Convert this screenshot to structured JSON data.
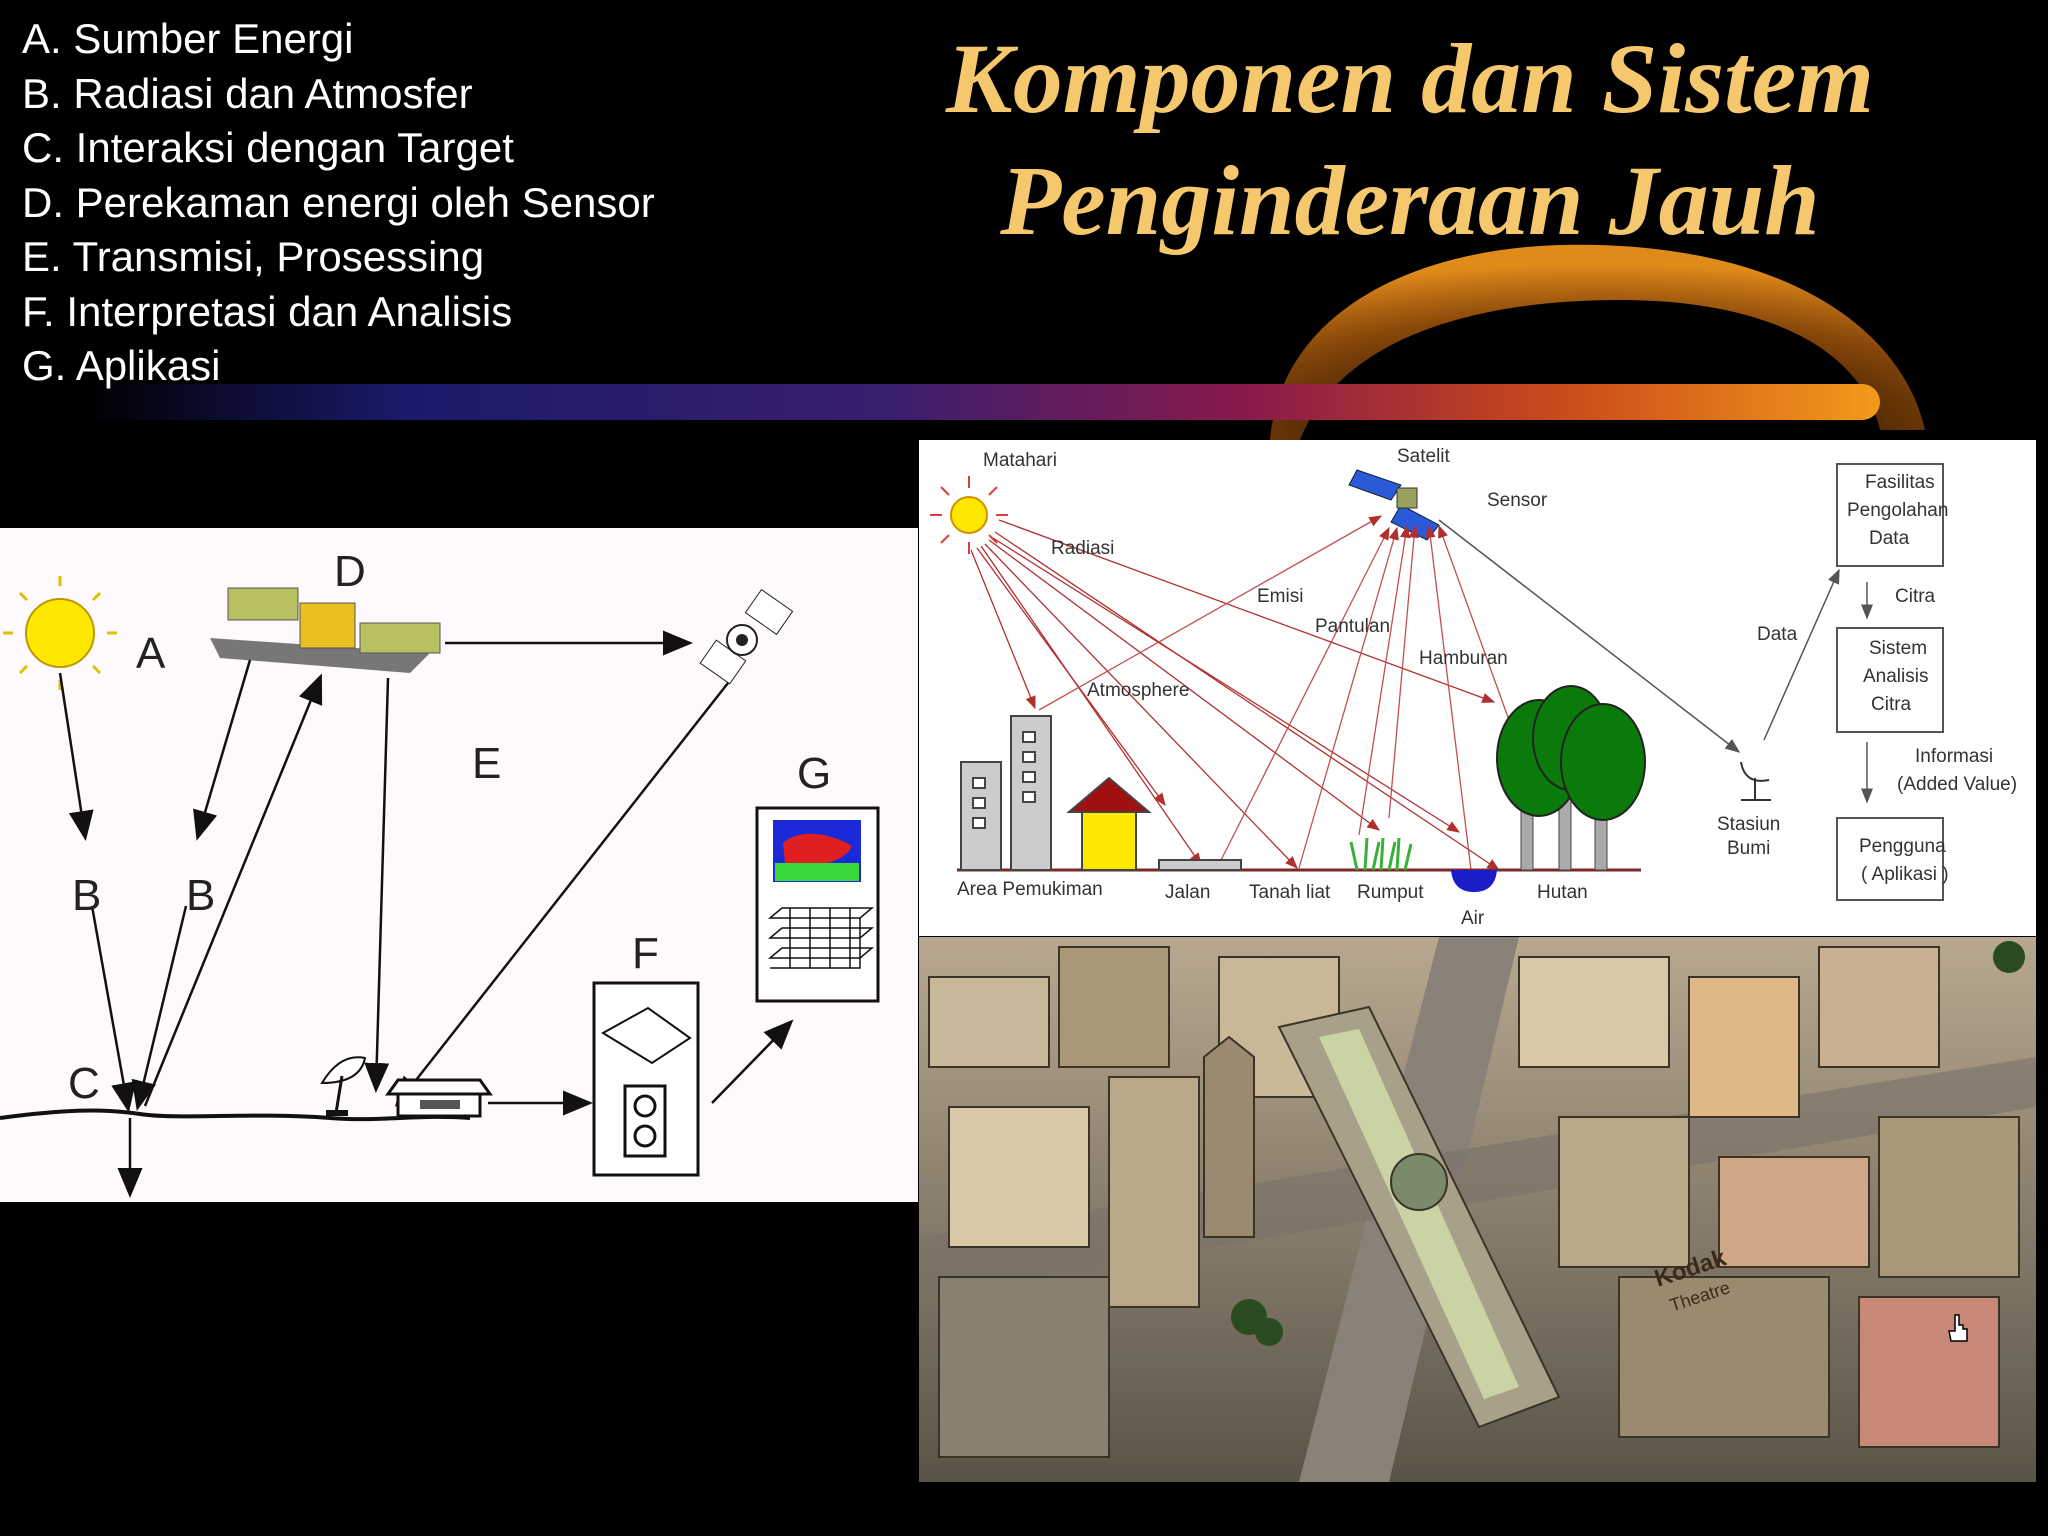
{
  "title": {
    "line1": "Komponen dan Sistem",
    "line2": "Penginderaan Jauh"
  },
  "components": [
    "A. Sumber Energi",
    "B. Radiasi dan Atmosfer",
    "C. Interaksi dengan Target",
    "D. Perekaman energi oleh Sensor",
    "E. Transmisi, Prosessing",
    "F. Interpretasi dan Analisis",
    "G. Aplikasi"
  ],
  "left_diagram": {
    "labels": {
      "a": "A",
      "b1": "B",
      "b2": "B",
      "c": "C",
      "d": "D",
      "e": "E",
      "f": "F",
      "g": "G"
    }
  },
  "right_diagram": {
    "matahari": "Matahari",
    "satelit": "Satelit",
    "sensor": "Sensor",
    "radiasi": "Radiasi",
    "emisi": "Emisi",
    "pantulan": "Pantulan",
    "hamburan": "Hamburan",
    "atmosphere": "Atmosphere",
    "ground": [
      "Area Pemukiman",
      "Jalan",
      "Tanah liat",
      "Rumput",
      "Air",
      "Hutan"
    ],
    "stasiun": [
      "Stasiun",
      "Bumi"
    ],
    "data_label": "Data",
    "box1": [
      "Fasilitas",
      "Pengolahan",
      "Data"
    ],
    "citra": "Citra",
    "box2": [
      "Sistem",
      "Analisis",
      "Citra"
    ],
    "informasi": [
      "Informasi",
      "(Added Value)"
    ],
    "box3": [
      "Pengguna",
      "( Aplikasi )"
    ]
  },
  "city_image": {
    "sign": [
      "Kodak",
      "Theatre"
    ]
  },
  "colors": {
    "title": "#f5c86e",
    "sun": "#ffe800",
    "tree": "#0a7a0a",
    "roof": "#a01010",
    "water": "#1c1cc8",
    "arrow_red": "#b03030"
  }
}
